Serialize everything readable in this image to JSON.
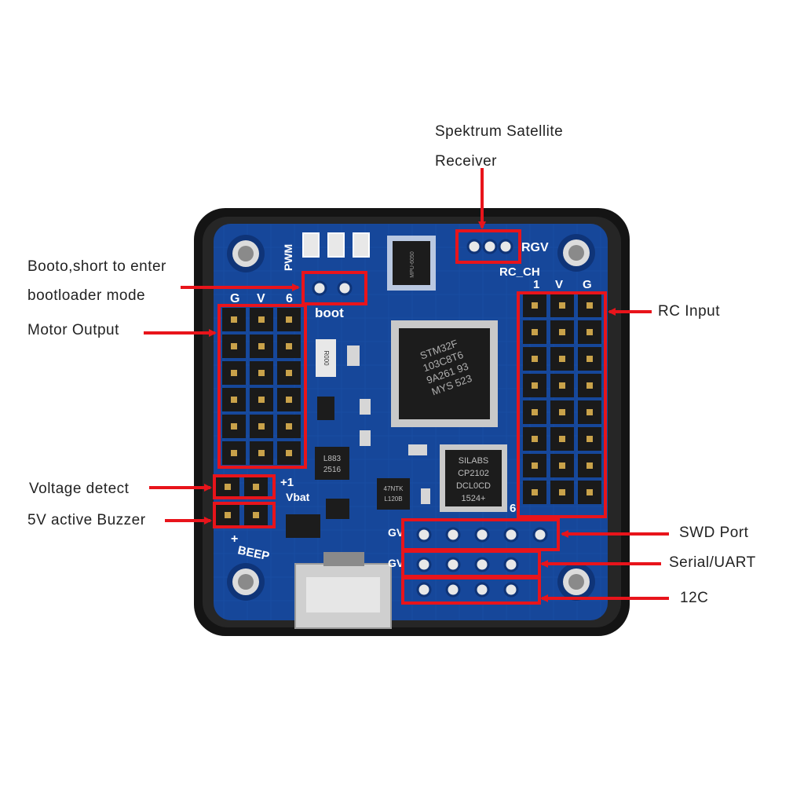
{
  "labels": {
    "spektrum_line1": "Spektrum Satellite",
    "spektrum_line2": "Receiver",
    "boot_line1": "Booto,short to enter",
    "boot_line2": "bootloader mode",
    "motor_output": "Motor Output",
    "voltage_detect": "Voltage detect",
    "buzzer": "5V active Buzzer",
    "rc_input": "RC Input",
    "swd_port": "SWD Port",
    "serial_uart": "Serial/UART",
    "i2c": "12C"
  },
  "silkscreen": {
    "pwm": "PWM",
    "g": "G",
    "v": "V",
    "six": "6",
    "boot": "boot",
    "rgv": "RGV",
    "rc_ch": "RC_CH",
    "rc_one": "1",
    "rc_v": "V",
    "rc_g": "G",
    "plus_one": "+1",
    "vbat": "Vbat",
    "plus": "+",
    "beep": "BEEP",
    "gv1": "GV",
    "gv2": "GV",
    "six_right": "6"
  },
  "chips": {
    "mcu": [
      "STM32F",
      "103C8T6",
      "9A261 93",
      "MYS 523"
    ],
    "uart": [
      "SILABS",
      "CP2102",
      "DCL0CD",
      "1524+"
    ],
    "imu": [
      "MPU-6050"
    ],
    "regulator": [
      "L883",
      "2516"
    ],
    "small": [
      "47NTK",
      "L120B"
    ],
    "resistor": [
      "R000"
    ]
  },
  "colors": {
    "annotation": "#e8141b",
    "board": "#16479a",
    "case": "#1a1a1a"
  }
}
